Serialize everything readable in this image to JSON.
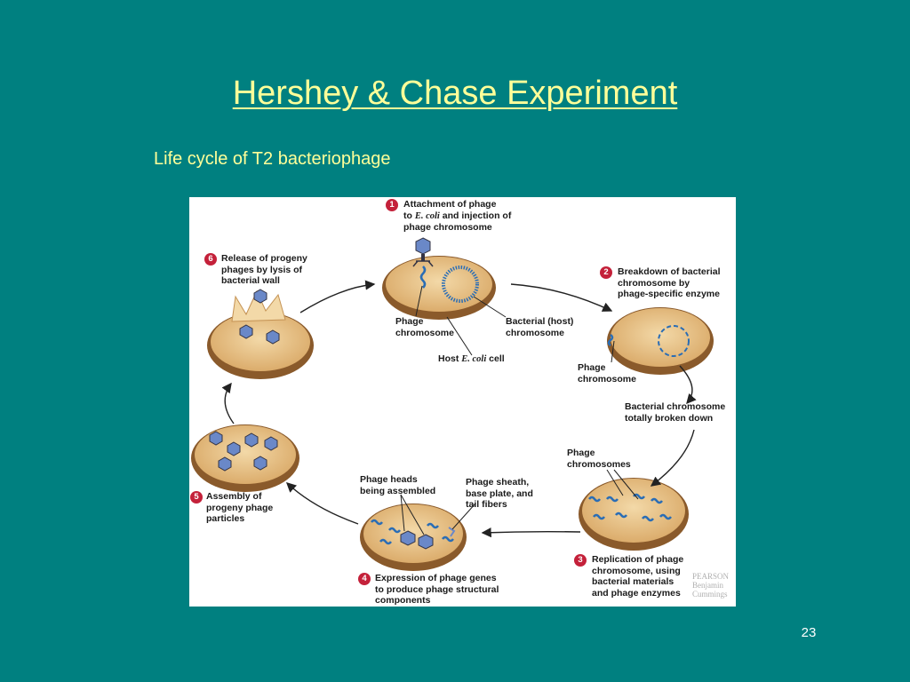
{
  "slide": {
    "title": "Hershey & Chase Experiment",
    "subtitle": "Life cycle of T2 bacteriophage",
    "page_number": "23"
  },
  "figure": {
    "steps": [
      {
        "number": "1",
        "text": "Attachment of phage\nto E. coli and injection of\nphage chromosome"
      },
      {
        "number": "2",
        "text": "Breakdown of bacterial\nchromosome by\nphage-specific enzyme"
      },
      {
        "number": "3",
        "text": "Replication of phage\nchromosome, using\nbacterial materials\nand phage enzymes"
      },
      {
        "number": "4",
        "text": "Expression of phage genes\nto produce phage structural\ncomponents"
      },
      {
        "number": "5",
        "text": "Assembly of\nprogeny phage\nparticles"
      },
      {
        "number": "6",
        "text": "Release of progeny\nphages by lysis of\nbacterial wall"
      }
    ],
    "labels": {
      "phage_chromosome_1": "Phage\nchromosome",
      "bacterial_host_chromosome": "Bacterial (host)\nchromosome",
      "host_cell_prefix": "Host ",
      "host_cell_italic": "E. coli",
      "host_cell_suffix": " cell",
      "phage_chromosome_2": "Phage\nchromosome",
      "bacterial_chromosome_broken": "Bacterial chromosome\ntotally broken down",
      "phage_chromosomes": "Phage\nchromosomes",
      "phage_heads": "Phage heads\nbeing assembled",
      "phage_sheath": "Phage sheath,\nbase plate, and\ntail fibers"
    },
    "step1_prefix": "Attachment of phage\nto ",
    "step1_italic": "E. coli",
    "step1_suffix": " and injection of\nphage chromosome",
    "watermark_publisher": "PEARSON",
    "watermark_line2": "Benjamin",
    "watermark_line3": "Cummings",
    "colors": {
      "background": "#008080",
      "title": "#FFFF99",
      "cell_fill": "#e8c48a",
      "cell_rim": "#8a5a2b",
      "dna": "#2a6db5",
      "badge": "#c4213a"
    }
  }
}
